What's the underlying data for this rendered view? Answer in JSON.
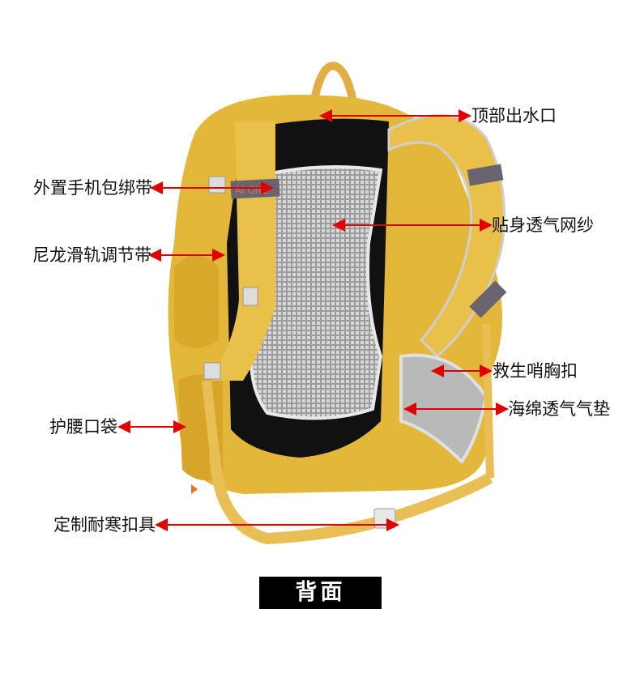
{
  "image": {
    "subject": "backpack-back-view",
    "brand_logo_text": "AI ONE",
    "colors": {
      "body": "#e2b73a",
      "strap": "#e8b64e",
      "mesh": "#bdbdbd",
      "panel": "#111111",
      "arrow": "#e00000"
    }
  },
  "callouts": [
    {
      "id": "top-outlet",
      "label": "顶部出水口"
    },
    {
      "id": "phone-strap",
      "label": "外置手机包绑带"
    },
    {
      "id": "mesh",
      "label": "贴身透气网纱"
    },
    {
      "id": "nylon-strap",
      "label": "尼龙滑轨调节带"
    },
    {
      "id": "whistle-buckle",
      "label": "救生哨胸扣"
    },
    {
      "id": "sponge-pad",
      "label": "海绵透气气垫"
    },
    {
      "id": "waist-pocket",
      "label": "护腰口袋"
    },
    {
      "id": "buckle",
      "label": "定制耐寒扣具"
    }
  ],
  "footer": {
    "label": "背面"
  }
}
